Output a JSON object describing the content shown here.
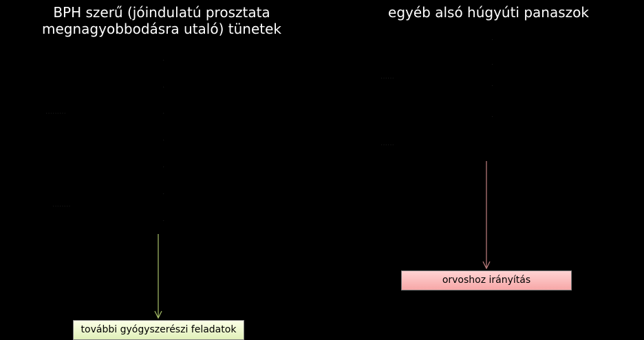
{
  "left": {
    "title_line1": "BPH szerű (jóindulatú prosztata",
    "title_line2": "megnagyobbodásra utaló) tünetek",
    "result_box": "további gyógyszerészi feladatok"
  },
  "right": {
    "title": "egyéb alsó húgyúti panaszok",
    "result_box": "orvoshoz irányítás"
  },
  "colors": {
    "background": "#000000",
    "left_box_fill": "#e8f4c8",
    "right_box_fill": "#fbbcbc",
    "left_arrow": "#a9c16a",
    "right_arrow": "#c08080"
  }
}
